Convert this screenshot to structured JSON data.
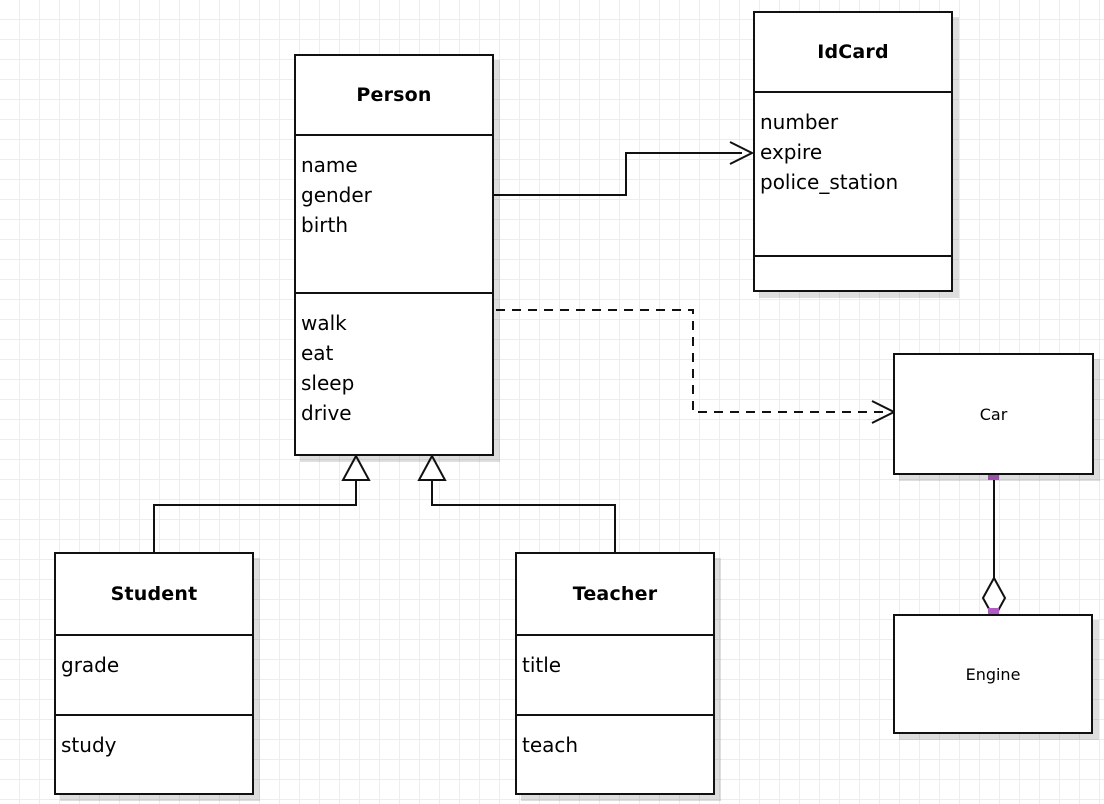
{
  "diagram": {
    "type": "uml-class-diagram",
    "background": "#ffffff",
    "grid_color": "#ededed",
    "line_color": "#111111",
    "handle_color": "#b05cc0"
  },
  "classes": {
    "person": {
      "name": "Person",
      "attributes": [
        "name",
        "gender",
        "birth"
      ],
      "methods": [
        "walk",
        "eat",
        "sleep",
        "drive"
      ]
    },
    "idcard": {
      "name": "IdCard",
      "attributes": [
        "number",
        "expire",
        "police_station"
      ],
      "methods": []
    },
    "student": {
      "name": "Student",
      "attributes": [
        "grade"
      ],
      "methods": [
        "study"
      ]
    },
    "teacher": {
      "name": "Teacher",
      "attributes": [
        "title"
      ],
      "methods": [
        "teach"
      ]
    },
    "car": {
      "name": "Car",
      "attributes": [],
      "methods": []
    },
    "engine": {
      "name": "Engine",
      "attributes": [],
      "methods": []
    }
  },
  "relations": [
    {
      "id": "person-idcard",
      "kind": "association",
      "style": "solid",
      "from": "Person",
      "to": "IdCard",
      "arrow": "open"
    },
    {
      "id": "person-car",
      "kind": "dependency",
      "style": "dashed",
      "from": "Person",
      "to": "Car",
      "arrow": "open"
    },
    {
      "id": "student-person",
      "kind": "generalization",
      "style": "solid",
      "from": "Student",
      "to": "Person",
      "arrow": "hollow-triangle"
    },
    {
      "id": "teacher-person",
      "kind": "generalization",
      "style": "solid",
      "from": "Teacher",
      "to": "Person",
      "arrow": "hollow-triangle"
    },
    {
      "id": "car-engine",
      "kind": "aggregation",
      "style": "solid",
      "from": "Car",
      "to": "Engine",
      "arrow": "hollow-diamond"
    }
  ]
}
